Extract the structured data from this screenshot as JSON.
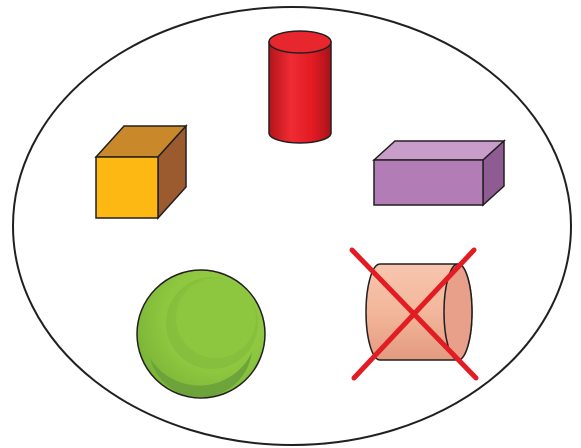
{
  "diagram": {
    "shapes": [
      {
        "name": "cylinder",
        "color": "#e31b23",
        "crossed_out": false
      },
      {
        "name": "cube",
        "color": "#fdb813",
        "crossed_out": false
      },
      {
        "name": "rectangular-prism",
        "color": "#b27cb6",
        "crossed_out": false
      },
      {
        "name": "sphere",
        "color": "#8dc63f",
        "crossed_out": false
      },
      {
        "name": "cylinder-on-side",
        "color": "#f3b79b",
        "crossed_out": true
      }
    ],
    "colors": {
      "outline": "#231f20",
      "cross": "#e31b23",
      "cylinder_top": "#e8262d",
      "cylinder_side": "#e31b23",
      "cube_front": "#fdb813",
      "cube_top": "#c9892a",
      "cube_side": "#9c5b2e",
      "prism_front": "#b27cb6",
      "prism_top": "#c89dca",
      "prism_side": "#8e5b93",
      "sphere_fill": "#8dc63f",
      "sphere_shade": "#6aa13b",
      "lying_cylinder_body": "#f3b79b",
      "lying_cylinder_end": "#e8a08a"
    }
  }
}
